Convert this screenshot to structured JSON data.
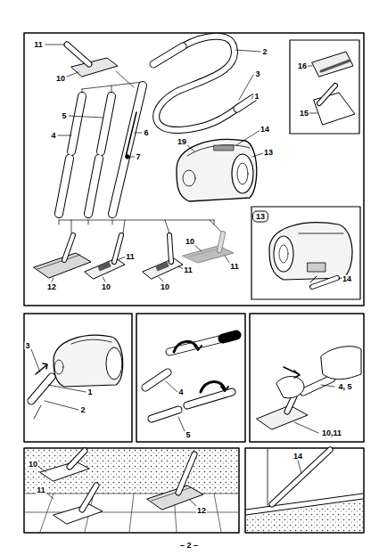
{
  "diagram": {
    "labels": [
      "11",
      "10",
      "2",
      "3",
      "1",
      "16",
      "5",
      "4",
      "6",
      "7",
      "15",
      "19",
      "14",
      "13",
      "13",
      "10",
      "11",
      "11",
      "11",
      "12",
      "10",
      "10",
      "14",
      "3",
      "1",
      "2",
      "4",
      "5",
      "4, 5",
      "10,11",
      "10",
      "11",
      "12",
      "14",
      "– 2 –"
    ]
  }
}
